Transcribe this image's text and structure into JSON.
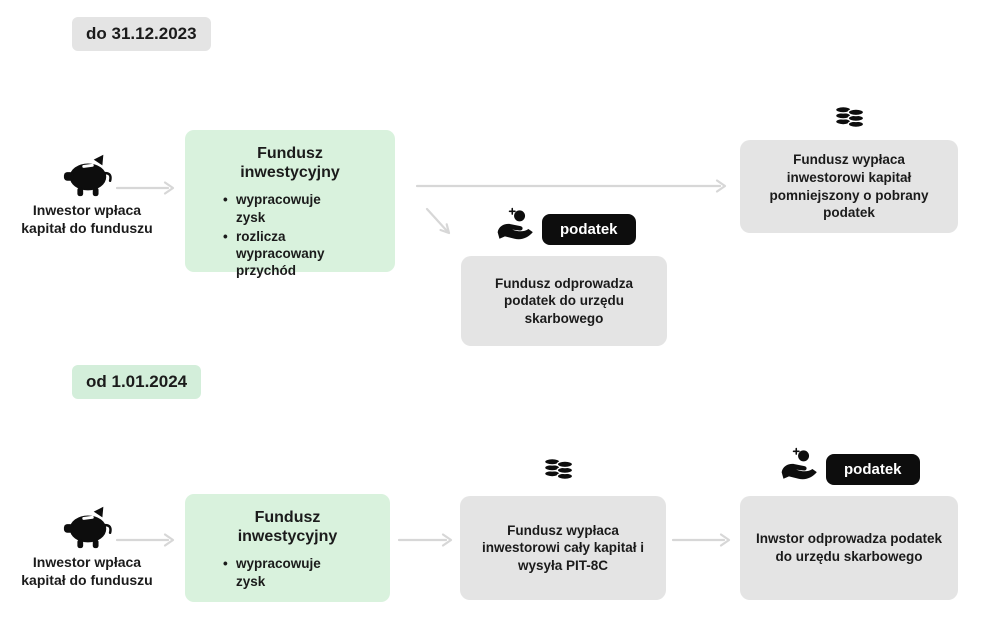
{
  "colors": {
    "background": "#ffffff",
    "gray_box": "#e4e4e4",
    "green_box": "#d9f2dd",
    "green_badge": "#d3eeda",
    "dark_badge": "#0d0d0d",
    "text": "#1b1b1b",
    "arrow": "#d7d7d7"
  },
  "top_section": {
    "period_badge": "do 31.12.2023",
    "investor_label": "Inwestor wpłaca kapitał do funduszu",
    "fund_box": {
      "title": "Fundusz inwestycyjny",
      "bullets": [
        "wypracowuje zysk",
        "rozlicza wypracowany przychód"
      ]
    },
    "tax_badge": "podatek",
    "tax_box_text": "Fundusz odprowadza podatek do urzędu skarbowego",
    "payout_box_text": "Fundusz wypłaca inwestorowi kapitał pomniejszony o pobrany podatek"
  },
  "bottom_section": {
    "period_badge": "od 1.01.2024",
    "investor_label": "Inwestor wpłaca kapitał do funduszu",
    "fund_box": {
      "title": "Fundusz inwestycyjny",
      "bullets": [
        "wypracowuje zysk"
      ]
    },
    "payout_box_text": "Fundusz wypłaca inwestorowi cały kapitał i wysyła PIT-8C",
    "tax_badge": "podatek",
    "tax_box_text": "Inwstor odprowadza podatek do urzędu skarbowego"
  },
  "icons": [
    "piggy-bank-icon",
    "coins-stack-icon",
    "hand-coin-icon",
    "arrow-right-icon",
    "arrow-diagonal-icon"
  ]
}
